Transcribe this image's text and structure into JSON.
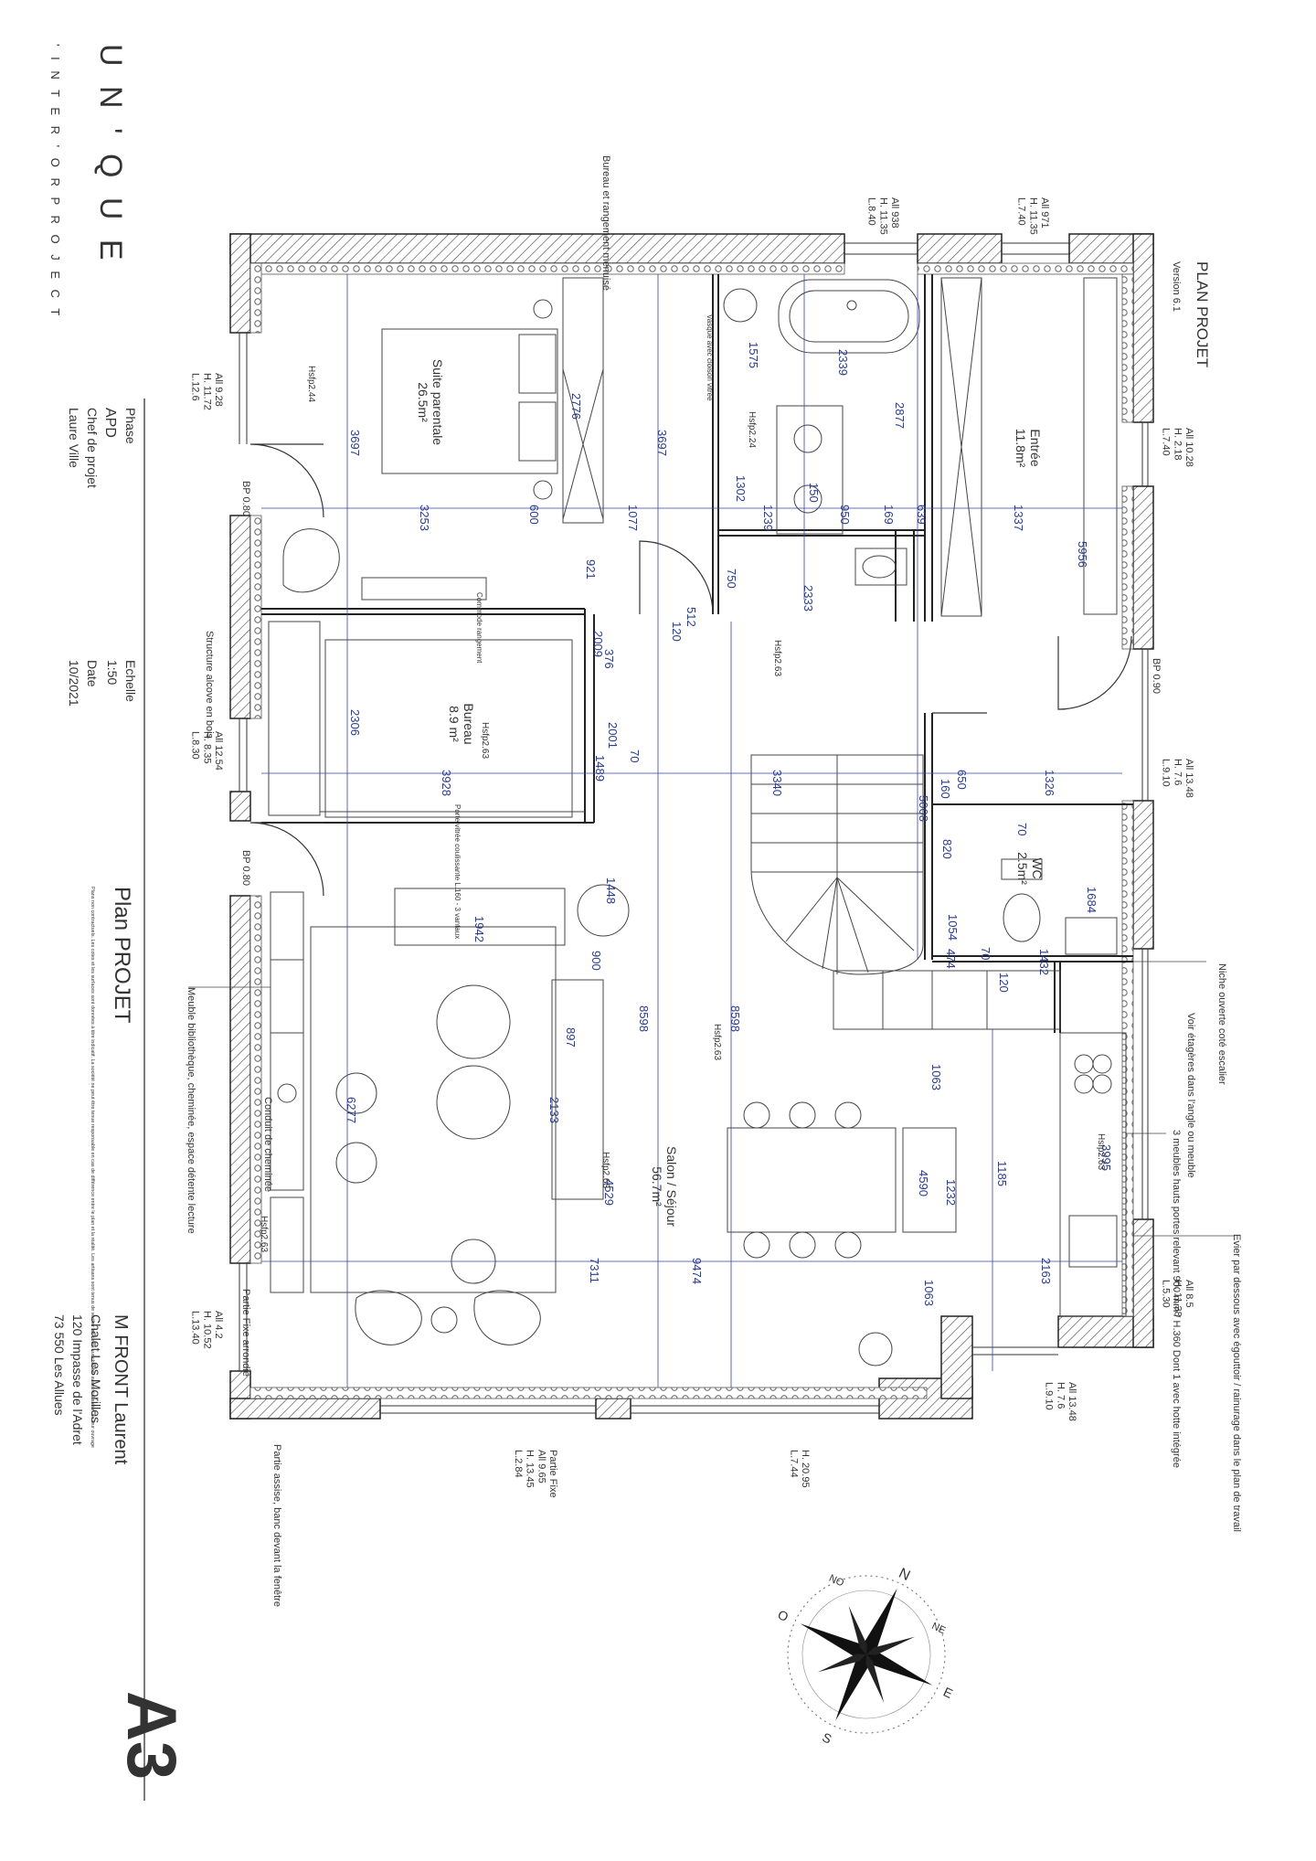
{
  "brand": {
    "logo_line1": "U N ' Q U E",
    "logo_line2": "' I N T E R ' O R   P R O J E C T"
  },
  "plan_header": {
    "title": "PLAN PROJET",
    "version": "Version 6.1"
  },
  "cartouche": {
    "phase_label": "Phase",
    "phase_value": "APD",
    "chef_label": "Chef de projet",
    "chef_value": "Laure Ville",
    "echelle_label": "Echelle",
    "echelle_value": "1:50",
    "date_label": "Date",
    "date_value": "10/2021",
    "plan_title": "Plan PROJET",
    "disclaimer": "Plans non contractuels. Les cotes et les surfaces sont données à titre indicatif. La société ne peut être tenue responsable en cas de différence entre le plan et la réalité. Les artisans sont tenus de vérifier les cotes sur chantier avant réalisation de leur ouvrage",
    "client_name": "M FRONT Laurent",
    "address1": "Chalet Les Morilles",
    "address2": "120 Impasse de l'Adret",
    "address3": "73 550 Les Allues",
    "format": "A3"
  },
  "rooms": {
    "suite": "Suite parentale\n26.5m²",
    "bureau": "Bureau\n8.9 m²",
    "entree": "Entrée\n11.8m²",
    "wc": "WC\n2.5m²",
    "salon": "Salon / Séjour\n56.7m²"
  },
  "annotations": {
    "bureau_rangement": "Bureau et rangement menuisé",
    "structure_alcove": "Structure alcove en bois",
    "meuble_biblio": "Meuble bibliothèque, cheminée, espace détente lecture",
    "conduit": "Conduit de cheminée",
    "partie_assise": "Partie assise, banc devant la fenêtre",
    "partie_fixe_arrondie": "Partie Fixe arrondie",
    "niche": "Niche ouverte coté escalier",
    "voir_etageres": "Voir étagères dans l'angle ou meuble",
    "meubles_hauts": "3 meubles hauts portes relevant 900 mm / H.360 Dont 1 avec hotte intégrée",
    "evier": "Evier par dessous avec égouttoir / rainurage dans le plan de travail",
    "partie_fixe": "Partie Fixe",
    "commode": "Commode rangement",
    "porte_coulissante": "Porte vitrée coulissante L.160 - 3 vantaux",
    "vasque_cloison": "Vasque avec cloison vitrée"
  },
  "openings": [
    "All 938\nH. 11.35\nL.8.40",
    "All 971\nH. 11.35\nL.7.40",
    "All 9.28\nH. 11.72\nL.12.6",
    "All 10.28\nH. 2.18\nL.7.40",
    "BP 0.80",
    "BP 0.90",
    "All 12.54\nH. 8.35\nL.8.30",
    "All 13.48\nH. 7.6\nL.9.10",
    "BP 0.80",
    "All 4.2\nH. 10.52\nL.13.40",
    "All 8.5\nH. 11.38\nL.5.30",
    "All 13.48\nH. 7.6\nL.9.10",
    "Partie Fixe\nAll 9.65\nH. 13.45\nL.2.84",
    "H. 20.95\nL.7.44"
  ],
  "dimensions": [
    "3697",
    "3253",
    "600",
    "1077",
    "1239",
    "950",
    "169",
    "639",
    "1337",
    "2776",
    "3697",
    "1302",
    "150",
    "2877",
    "1575",
    "2339",
    "5956",
    "921",
    "750",
    "2333",
    "3928",
    "2306",
    "2001",
    "1489",
    "70",
    "3340",
    "650",
    "1326",
    "5008",
    "160",
    "70",
    "820",
    "1054",
    "474",
    "70",
    "1432",
    "1684",
    "1942",
    "1448",
    "8598",
    "8598",
    "6277",
    "7311",
    "9474",
    "1185",
    "2163",
    "1063",
    "1063",
    "4590",
    "1232",
    "2133",
    "3995",
    "900",
    "897",
    "120",
    "120",
    "512",
    "376",
    "2009",
    "4529"
  ],
  "heights": [
    "Hsfp2.44",
    "Hsfp2.24",
    "Hsfp2.63",
    "Hsfp2.63",
    "Hsfp2.63",
    "Hsfp2.63",
    "Hsfp2.63",
    "Hsfp2.63"
  ],
  "compass": {
    "n": "N",
    "ne": "NE",
    "e": "E",
    "s": "S",
    "o": "O",
    "no": "NO"
  }
}
